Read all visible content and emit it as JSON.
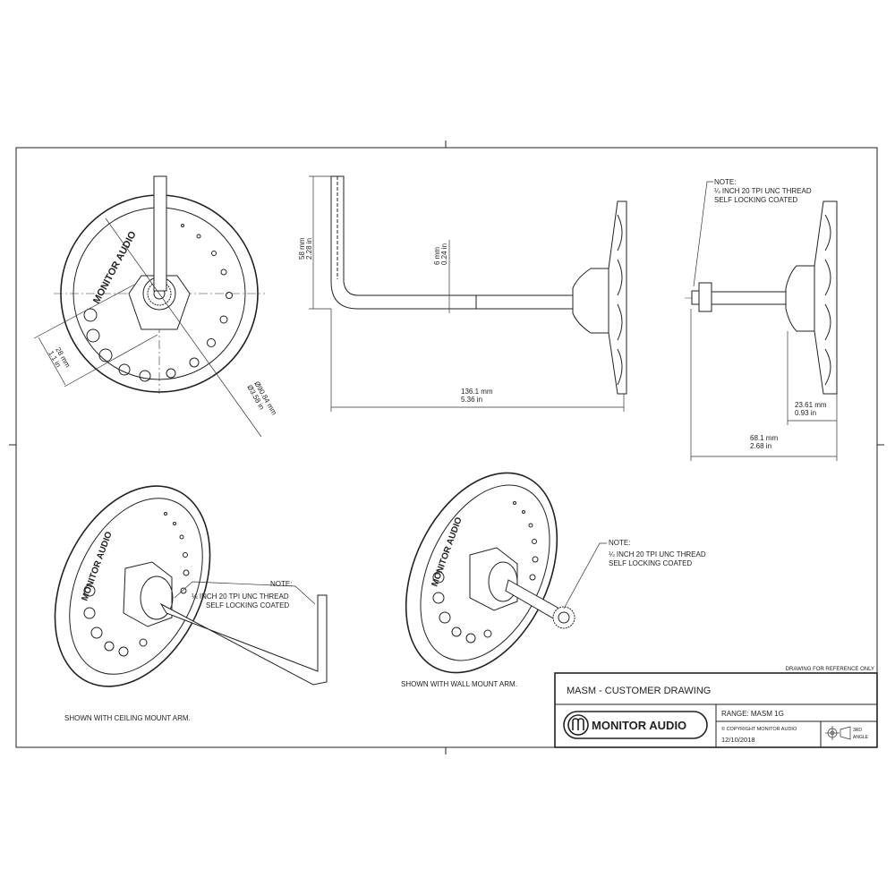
{
  "sheet": {
    "reference_note": "DRAWING FOR REFERENCE ONLY",
    "title": "MASM - CUSTOMER DRAWING",
    "logo_text": "MONITOR AUDIO",
    "range": "RANGE: MASM 1G",
    "copyright": "© COPYRIGHT MONITOR AUDIO",
    "date": "12/10/2018",
    "projection": [
      "3RD",
      "ANGLE"
    ]
  },
  "front_view": {
    "disc_label": "MONITOR AUDIO",
    "dim_offset": [
      "28 mm",
      "1.1 in"
    ],
    "dim_diameter": [
      "Ø90.84 mm",
      "Ø3.58 in"
    ]
  },
  "side_view": {
    "dim_height": [
      "58 mm",
      "2.28 in"
    ],
    "dim_rod": [
      "6 mm",
      "0.24 in"
    ],
    "dim_length": [
      "136.1 mm",
      "5.36 in"
    ]
  },
  "wall_side_view": {
    "note": [
      "NOTE:",
      "¼ INCH 20 TPI UNC THREAD",
      "SELF LOCKING COATED"
    ],
    "dim_hub": [
      "23.61 mm",
      "0.93 in"
    ],
    "dim_length": [
      "68.1 mm",
      "2.68 in"
    ]
  },
  "ceiling_iso": {
    "disc_label": "MONITOR AUDIO",
    "note": [
      "NOTE:",
      "¼ INCH 20 TPI UNC THREAD",
      "SELF LOCKING COATED"
    ],
    "caption": "SHOWN WITH CEILING MOUNT ARM."
  },
  "wall_iso": {
    "disc_label": "MONITOR AUDIO",
    "note": [
      "NOTE:",
      "¼ INCH 20 TPI UNC THREAD",
      "SELF LOCKING COATED"
    ],
    "caption": "SHOWN WITH WALL MOUNT ARM."
  }
}
